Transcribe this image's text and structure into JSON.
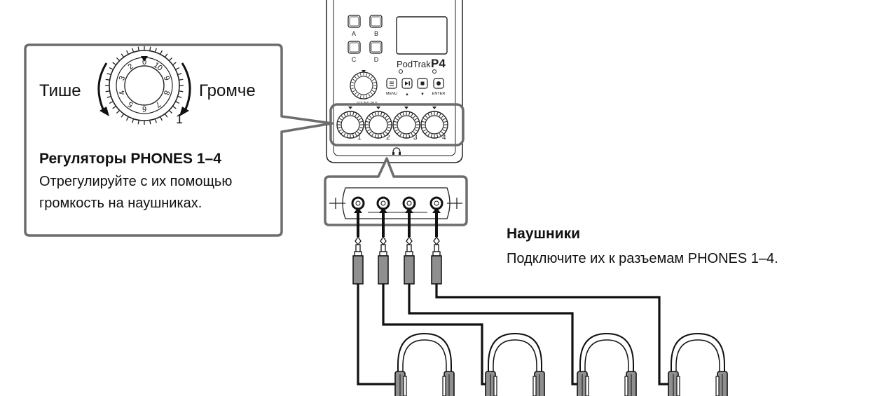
{
  "device": {
    "brand_text": "PodTrak",
    "model_text": "P4",
    "pads": [
      "A",
      "B",
      "C",
      "D"
    ],
    "button_labels": [
      "MENU",
      "▲",
      "▼",
      "ENTER"
    ],
    "knob_numbers": [
      "1",
      "2",
      "3",
      "4"
    ],
    "sound_pad_label": "SOUND PAD"
  },
  "callout": {
    "quieter": "Тише",
    "louder": "Громче",
    "dial_mark": "1",
    "title": "Регуляторы PHONES 1–4",
    "description_line1": "Отрегулируйте с их помощью",
    "description_line2": "громкость на наушниках."
  },
  "headphones": {
    "title": "Наушники",
    "description": "Подключите их к разъемам PHONES 1–4."
  },
  "colors": {
    "outline_gray": "#6d6d6d",
    "plug_gray": "#8f8f8f",
    "line_black": "#111111"
  }
}
